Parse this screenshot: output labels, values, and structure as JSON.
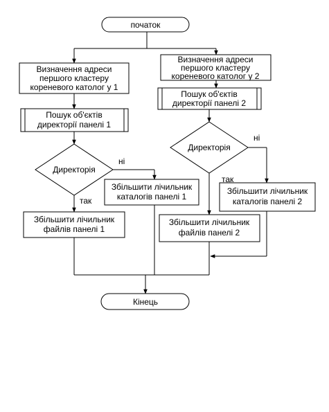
{
  "start": {
    "label": "початок"
  },
  "end": {
    "label": "Кінець"
  },
  "left": {
    "define_address": [
      "Визначення адреси",
      "першого кластеру",
      "кореневого католог у 1"
    ],
    "search": [
      "Пошук об'єктів",
      "директорії панелі 1"
    ],
    "decision": "Директорія",
    "yes": "так",
    "no": "ні",
    "increment_files": [
      "Збільшити лічильник",
      "файлів панелі 1"
    ],
    "increment_dirs": [
      "Збільшити лічильник",
      "каталогів  панелі 1"
    ]
  },
  "right": {
    "define_address": [
      "Визначення адреси",
      "першого кластеру",
      "кореневого католог у 2"
    ],
    "search": [
      "Пошук об'єктів",
      "директорії панелі 2"
    ],
    "decision": "Директорія",
    "yes": "так",
    "no": "ні",
    "increment_files": [
      "Збільшити лічильник",
      "файлів панелі 2"
    ],
    "increment_dirs": [
      "Збільшити лічильник",
      "каталогів  панелі 2"
    ]
  }
}
